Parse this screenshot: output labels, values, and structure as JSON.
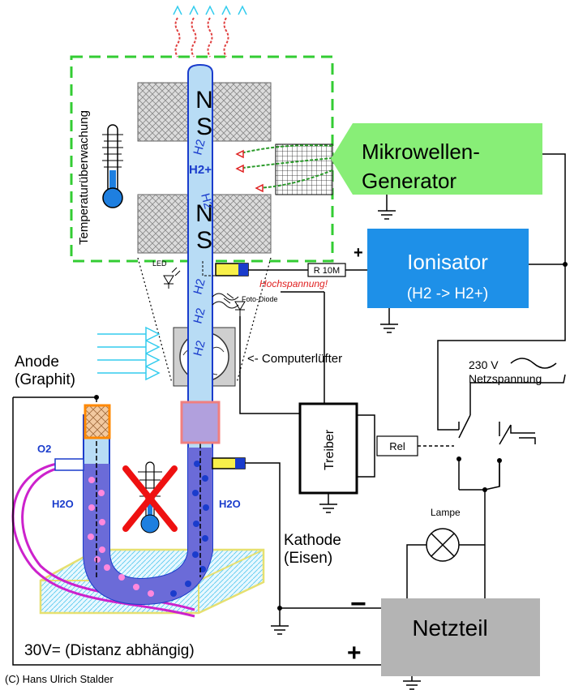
{
  "magnets": {
    "top_n": "N",
    "top_s": "S",
    "bottom_n": "N",
    "bottom_s": "S"
  },
  "tube_labels": [
    "H2",
    "H2+",
    "H2",
    "H2",
    "H2",
    "H2"
  ],
  "labels": {
    "temp_monitor": "Temperaturüberwachung",
    "microwave_line1": "Mikrowellen-",
    "microwave_line2": "Generator",
    "ionizer_title": "Ionisator",
    "ionizer_sub": "(H2 -> H2+)",
    "led": "LED",
    "resistor": "R 10M",
    "high_voltage": "Hochspannung!",
    "photo_diode": "Foto-Diode",
    "fan": "<- Computerlüfter",
    "anode_line1": "Anode",
    "anode_line2": "(Graphit)",
    "o2": "O2",
    "h2o_left": "H2O",
    "h2o_right": "H2O",
    "driver": "Treiber",
    "relay": "Rel",
    "mains_line1": "230 V",
    "mains_line2": "Netzspannung",
    "lamp": "Lampe",
    "cathode_line1": "Kathode",
    "cathode_line2": "(Eisen)",
    "minus": "−",
    "plus_ps": "+",
    "plus_ionizer": "+",
    "power_supply": "Netzteil",
    "voltage": "30V= (Distanz abhängig)",
    "copyright": "(C) Hans Ulrich Stalder"
  },
  "colors": {
    "tube_fill": "#b8dcf5",
    "tube_edge": "#1a3ccc",
    "water": "#6b6bd8",
    "green_box": "#33cc33",
    "microwave_bg": "#88ee77",
    "ionizer_bg": "#1e90e8",
    "power_supply_bg": "#b4b4b4",
    "bubble_pink": "#ff88dd",
    "cross": "#ee1111",
    "hose": "#cc22cc"
  }
}
